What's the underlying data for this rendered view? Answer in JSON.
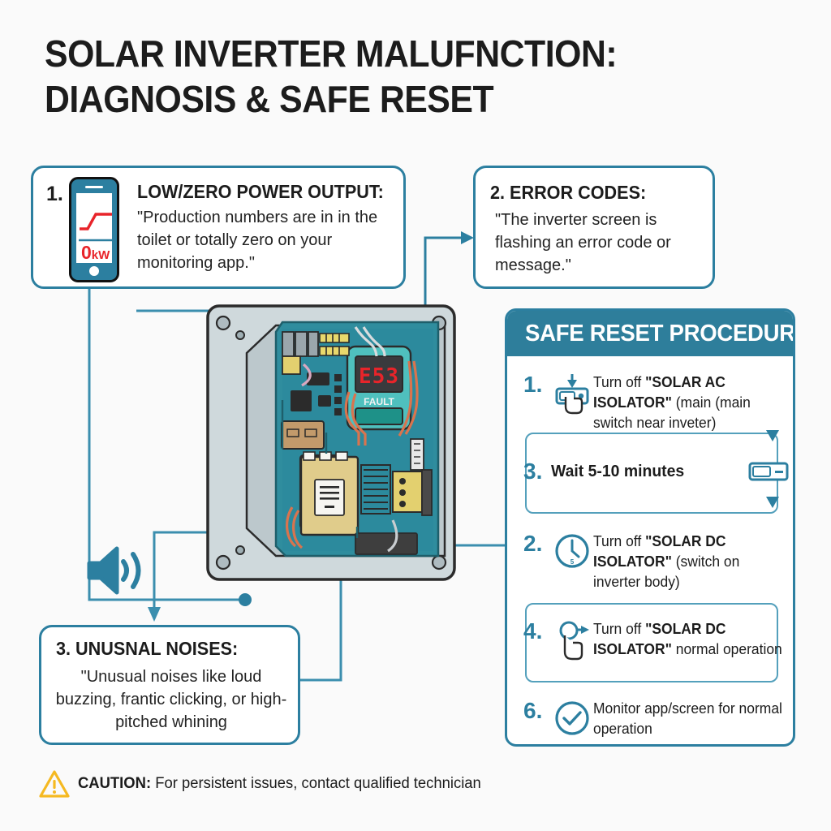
{
  "title": {
    "line1": "SOLAR INVERTER MALUFNCTION:",
    "line2": "DIAGNOSIS & SAFE RESET"
  },
  "symptoms": [
    {
      "number": "1.",
      "title": "LOW/ZERO POWER OUTPUT:",
      "body": "\"Production numbers are in in the toilet or totally zero on your monitoring app.\"",
      "icon": "smartphone-icon",
      "phone_value": "0",
      "phone_unit": "kW"
    },
    {
      "number": "2.",
      "title": "2. ERROR CODES:",
      "body": "\"The inverter screen is flashing an error code or message.\""
    },
    {
      "number": "3.",
      "title": "3. UNUSNAL NOISES:",
      "body": "\"Unusual noises like loud buzzing, frantic clicking, or high-pitched whining",
      "icon": "speaker-icon"
    }
  ],
  "inverter": {
    "display_code": "E53",
    "display_label": "FAULT"
  },
  "procedure": {
    "header": "SAFE RESET PROCEDURE",
    "steps": [
      {
        "number": "1.",
        "icon": "switch-hand-icon",
        "text_html": "Turn off <b>\"SOLAR AC ISOLATOR\"</b> (main (main switch near inveter)",
        "text": "Turn off \"SOLAR AC ISOLATOR\" (main (main switch near inveter)"
      },
      {
        "number": "3.",
        "icon": "switch-icon",
        "text_html": "Wait 5-10 minutes",
        "text": "Wait 5-10 minutes"
      },
      {
        "number": "2.",
        "icon": "clock-icon",
        "text_html": "Turn off <b>\"SOLAR DC ISOLATOR\"</b> (switch on inverter body)",
        "text": "Turn off \"SOLAR DC ISOLATOR\" (switch on inverter body)"
      },
      {
        "number": "4.",
        "icon": "knob-hand-icon",
        "text_html": "Turn off <b>\"SOLAR DC ISOLATOR\"</b> normal operation",
        "text": "Turn off \"SOLAR DC ISOLATOR\" normal operation"
      },
      {
        "number": "6.",
        "icon": "check-circle-icon",
        "text_html": "Monitor app/screen for normal operation",
        "text": "Monitor app/screen for normal operation"
      }
    ]
  },
  "caution": {
    "icon": "warning-triangle-icon",
    "label": "CAUTION:",
    "text": "For persistent issues, contact qualified technician",
    "full": "CAUTION: For persistent issues, contact qualified technician"
  },
  "colors": {
    "accent_teal": "#2C7FA0",
    "header_teal": "#2E7E9B",
    "alert_red": "#E8242A",
    "caution_yellow": "#F5B921",
    "background": "#FAFAFA"
  }
}
